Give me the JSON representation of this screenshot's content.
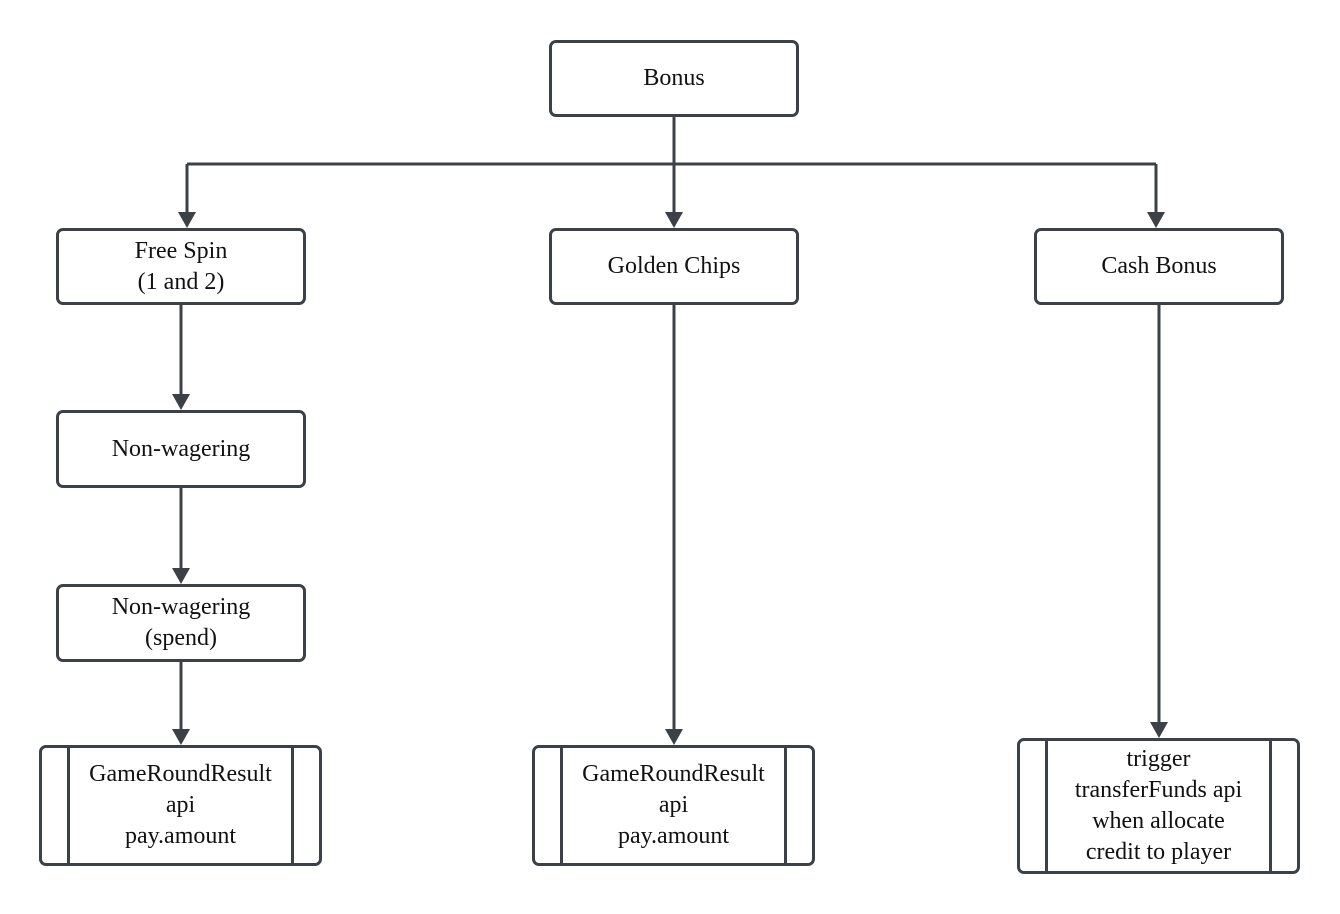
{
  "diagram": {
    "colors": {
      "stroke": "#3c4148",
      "text": "#111111",
      "fill": "#ffffff"
    },
    "root": {
      "label": "Bonus"
    },
    "branches": {
      "free_spin": {
        "lines": [
          "Free Spin",
          "(1 and 2)"
        ]
      },
      "golden_chips": {
        "label": "Golden Chips"
      },
      "cash_bonus": {
        "label": "Cash Bonus"
      }
    },
    "free_spin_steps": {
      "non_wagering": {
        "label": "Non-wagering"
      },
      "non_wagering_spend": {
        "lines": [
          "Non-wagering",
          "(spend)"
        ]
      }
    },
    "results": {
      "free_spin_result": {
        "lines": [
          "GameRoundResult",
          "api",
          "pay.amount"
        ]
      },
      "golden_chips_result": {
        "lines": [
          "GameRoundResult",
          "api",
          "pay.amount"
        ]
      },
      "cash_bonus_result": {
        "lines": [
          "trigger",
          "transferFunds api",
          "when allocate",
          "credit to player"
        ]
      }
    }
  }
}
